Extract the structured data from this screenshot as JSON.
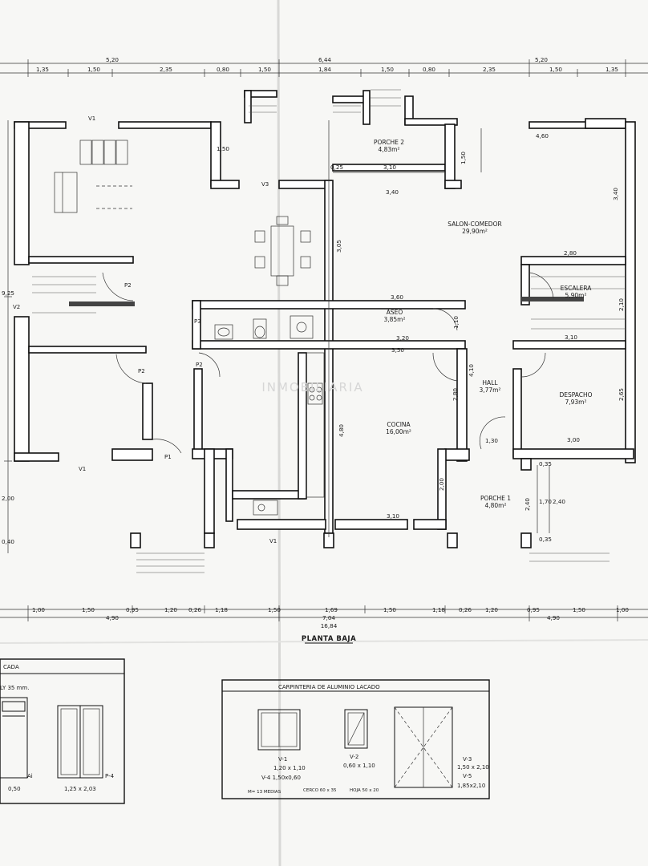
{
  "plan_title": "PLANTA BAJA",
  "rooms": {
    "porche2": {
      "name": "PORCHE 2",
      "area": "4,83m²"
    },
    "salon": {
      "name": "SALON-COMEDOR",
      "area": "29,90m²"
    },
    "escalera": {
      "name": "ESCALERA",
      "area": "5,90m²"
    },
    "aseo": {
      "name": "ASEO",
      "area": "3,85m²"
    },
    "hall": {
      "name": "HALL",
      "area": "3,77m²"
    },
    "despacho": {
      "name": "DESPACHO",
      "area": "7,93m²"
    },
    "cocina": {
      "name": "COCINA",
      "area": "16,00m²"
    },
    "porche1": {
      "name": "PORCHE 1",
      "area": "4,80m²"
    }
  },
  "dims": {
    "top_total_l": "5,20",
    "top_total_c": "6,44",
    "top_total_r": "5,20",
    "top_l": [
      "1,35",
      "1,50",
      "2,35",
      "0,80",
      "1,50"
    ],
    "top_c": [
      "1,84",
      "1,50",
      "0,80",
      "2,35"
    ],
    "top_r": [
      "1,50",
      "1,35"
    ],
    "bot_l": [
      "1,00",
      "1,50",
      "0,95",
      "1,20",
      "0,26",
      "1,18"
    ],
    "bot_c": [
      "1,50",
      "1,69",
      "1,50"
    ],
    "bot_r": [
      "1,18",
      "0,26",
      "1,20",
      "0,95",
      "1,50",
      "1,00"
    ],
    "bot_total_l": "4,90",
    "bot_total_c": "7,04",
    "bot_total_r": "4,90",
    "bot_overall": "16,84",
    "left_a": "9,25",
    "left_b": "2,00",
    "left_c": "0,40",
    "int": {
      "d150a": "1,50",
      "d025": "0,25",
      "d310a": "3,10",
      "d150b": "1,50",
      "d460": "4,60",
      "d340a": "3,40",
      "d340b": "3,40",
      "d305": "3,05",
      "d280a": "2,80",
      "d360": "3,60",
      "d110": "1,10",
      "d210": "2,10",
      "d320": "3,20",
      "d350": "3,50",
      "d310b": "3,10",
      "d410": "4,10",
      "d280b": "2,80",
      "d265": "2,65",
      "d480": "4,80",
      "d130": "1,30",
      "d300": "3,00",
      "d200": "2,00",
      "d035a": "0,35",
      "d240a": "2,40",
      "d170": "1,70",
      "d240b": "2,40",
      "d035b": "0,35",
      "d310c": "3,10"
    }
  },
  "labels": {
    "v1a": "V1",
    "v1b": "V1",
    "v1c": "V1",
    "v2": "V2",
    "v3": "V3",
    "p1": "P1",
    "p2a": "P2",
    "p2b": "P2",
    "p2c": "P2",
    "p3": "P3"
  },
  "legend_left": {
    "title": "CADA",
    "line": "LY   35 mm.",
    "ai": "Ai",
    "p4": "P-4",
    "d1": "0,50",
    "d2": "1,25 x 2,03"
  },
  "legend_right": {
    "title": "CARPINTERIA DE ALUMINIO LACADO",
    "v1": "V-1",
    "v1_size": "1,20 x 1,10",
    "v2": "V-2",
    "v2_size": "0,60 x 1,10",
    "v3": "V-3",
    "v3_size": "1,50 x 2,10",
    "v4": "V-4 1,50x0,60",
    "v5": "V-5",
    "v5_size": "1,85x2,10",
    "note1": "M= 13 MEDIAS",
    "note2": "CERCO 60 x 35",
    "note3": "HOJA 50 x 20"
  },
  "watermark": "INMOBILIARIA"
}
